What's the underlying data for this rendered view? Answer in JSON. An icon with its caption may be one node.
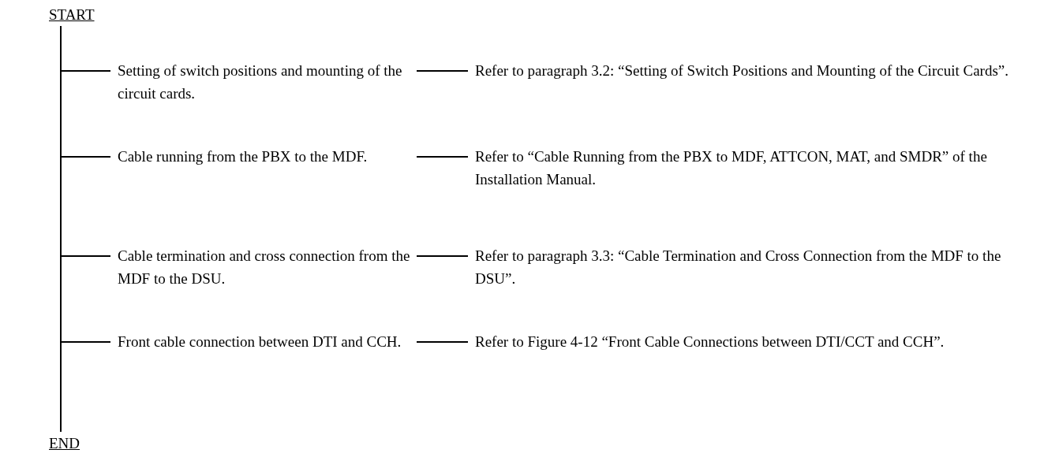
{
  "diagram": {
    "nodes": [
      {
        "text": [
          "START"
        ]
      },
      {
        "text": [
          "Setting of switch positions and mounting of the circuit cards."
        ]
      },
      {
        "text": [
          "Refer to paragraph 3.2: “Setting of Switch Positions and Mounting of the Circuit Cards”."
        ]
      },
      {
        "text": [
          "Cable running from the PBX to the MDF."
        ]
      },
      {
        "text": [
          "Refer to “Cable Running from the PBX to MDF, ATTCON, MAT, and SMDR” of the Installation Manual."
        ]
      },
      {
        "text": [
          "Cable termination and cross connection from the MDF to the DSU."
        ]
      },
      {
        "text": [
          "Refer to paragraph 3.3: “Cable Termination and Cross Connection from the MDF to the DSU”."
        ]
      },
      {
        "text": [
          "Front cable connection between DTI and CCH."
        ]
      },
      {
        "text": [
          "Refer to Figure 4-12 “Front Cable Connections between DTI/CCT and CCH”."
        ]
      },
      {
        "text": [
          "END"
        ]
      }
    ],
    "edges": [
      {
        "from": 0,
        "to": 9,
        "arrow": "none"
      },
      {
        "from": 0,
        "to": 1,
        "arrow": "none"
      },
      {
        "from": 0,
        "to": 3,
        "arrow": "none"
      },
      {
        "from": 0,
        "to": 5,
        "arrow": "none"
      },
      {
        "from": 0,
        "to": 7,
        "arrow": "none"
      },
      {
        "from": 1,
        "to": 2,
        "arrow": "none"
      },
      {
        "from": 3,
        "to": 4,
        "arrow": "none"
      },
      {
        "from": 5,
        "to": 6,
        "arrow": "none"
      },
      {
        "from": 7,
        "to": 8,
        "arrow": "none"
      }
    ]
  }
}
